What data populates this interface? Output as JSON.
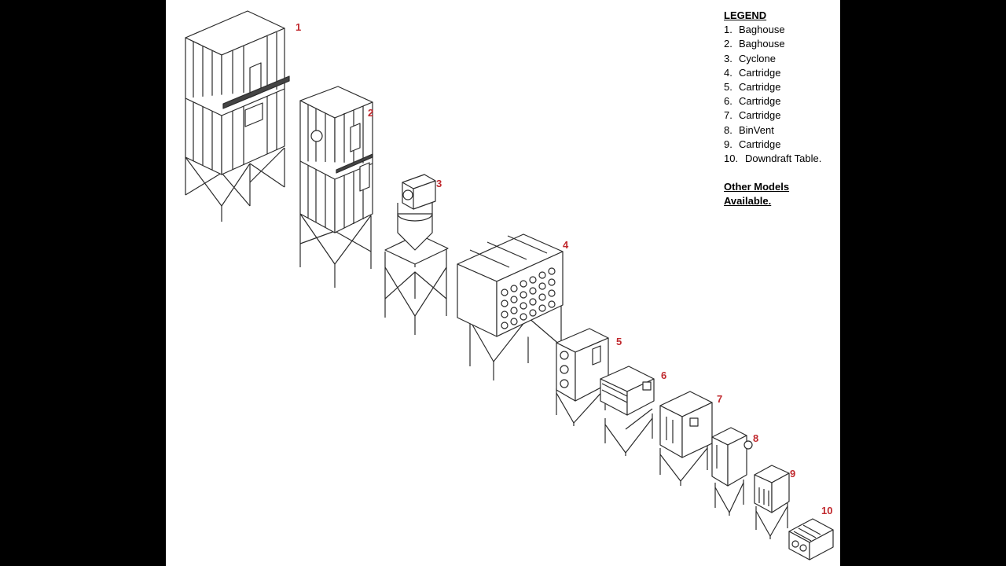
{
  "legend": {
    "title": "LEGEND",
    "items": [
      {
        "number": "1.",
        "label": "Baghouse"
      },
      {
        "number": "2.",
        "label": "Baghouse"
      },
      {
        "number": "3.",
        "label": "Cyclone"
      },
      {
        "number": "4.",
        "label": "Cartridge"
      },
      {
        "number": "5.",
        "label": "Cartridge"
      },
      {
        "number": "6.",
        "label": "Cartridge"
      },
      {
        "number": "7.",
        "label": "Cartridge"
      },
      {
        "number": "8.",
        "label": "BinVent"
      },
      {
        "number": "9.",
        "label": "Cartridge"
      },
      {
        "number": "10.",
        "label": "Downdraft Table."
      }
    ],
    "other_line1": "Other Models",
    "other_line2": "Available."
  },
  "callouts": [
    "1",
    "2",
    "3",
    "4",
    "5",
    "6",
    "7",
    "8",
    "9",
    "10"
  ],
  "colors": {
    "letterbox": "#000000",
    "sheet": "#ffffff",
    "line_art": "#2b2b2b",
    "callout": "#c0282d"
  }
}
